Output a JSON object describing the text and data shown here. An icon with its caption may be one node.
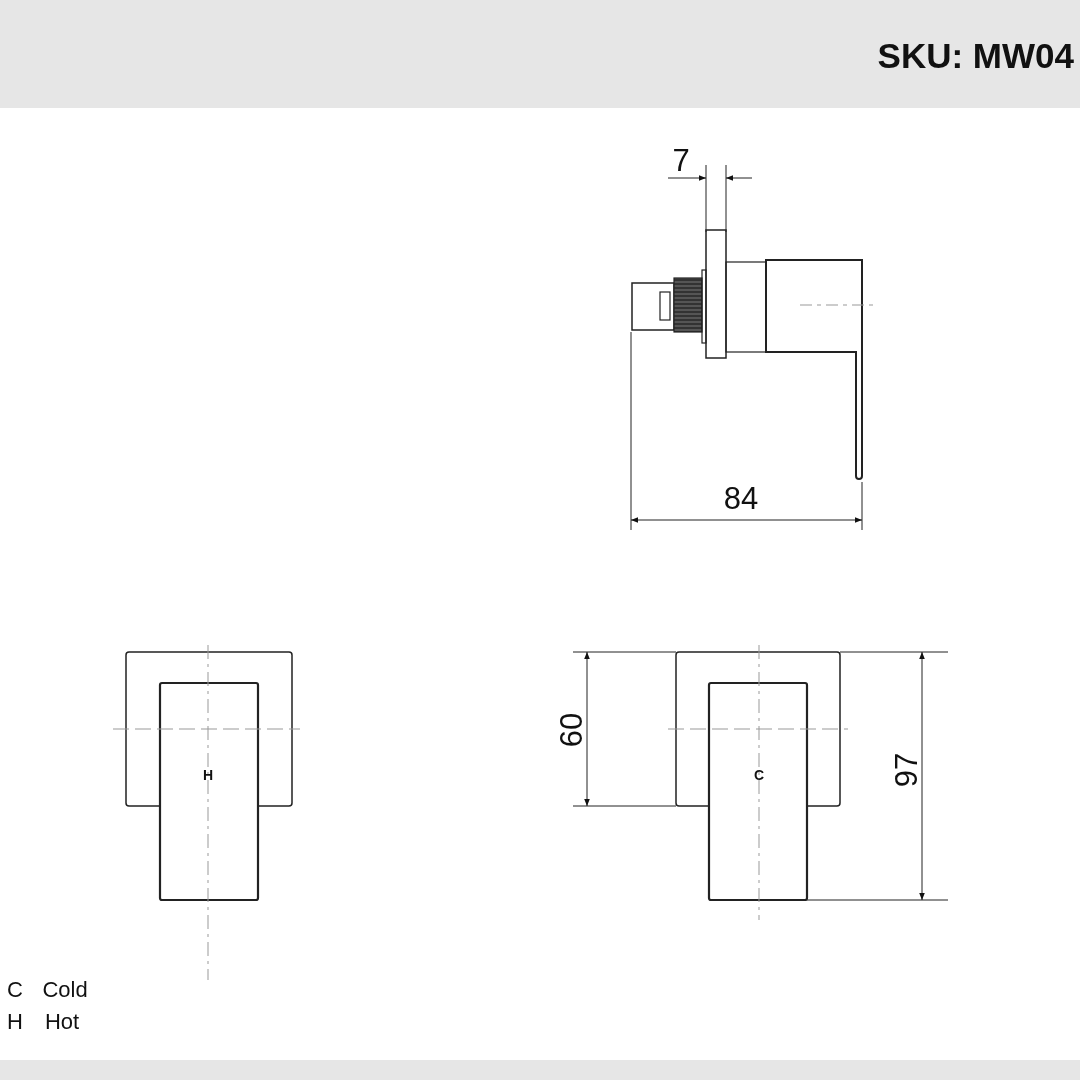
{
  "diagram": {
    "title": "SKU: MW04",
    "labels": [
      "7",
      "84",
      "H",
      "60",
      "C",
      "97",
      "C",
      "Cold",
      "H",
      "Hot"
    ]
  }
}
